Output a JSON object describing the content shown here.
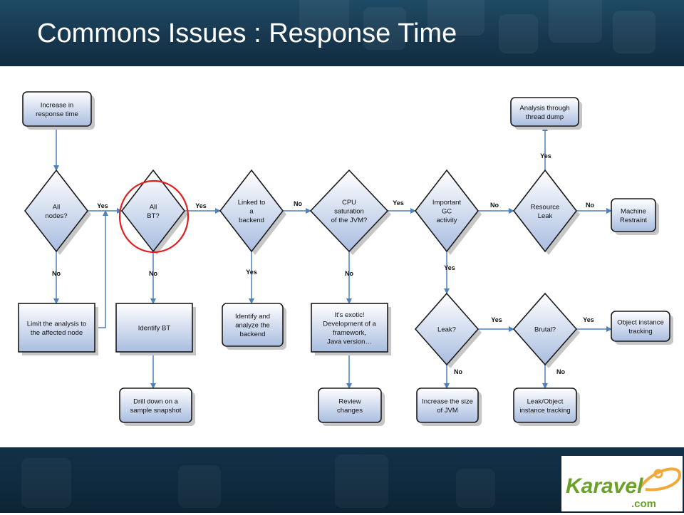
{
  "slide": {
    "title": "Commons Issues : Response Time"
  },
  "logo": {
    "text_main": "Karavel",
    "text_sub": ".com"
  },
  "colors": {
    "node_fill_top": "#ffffff",
    "node_fill_bottom": "#a9bde0",
    "node_stroke": "#1a1a1a",
    "edge": "#4f81bd",
    "highlight": "#e02020"
  },
  "nodes": [
    {
      "id": "increase",
      "shape": "rounded",
      "lines": [
        "Increase in",
        "response time"
      ]
    },
    {
      "id": "all-nodes",
      "shape": "diamond",
      "lines": [
        "All",
        "nodes?"
      ]
    },
    {
      "id": "limit",
      "shape": "rect",
      "lines": [
        "Limit the analysis to",
        "the affected node"
      ]
    },
    {
      "id": "all-bt",
      "shape": "diamond",
      "lines": [
        "All",
        "BT?"
      ]
    },
    {
      "id": "identify-bt",
      "shape": "rect",
      "lines": [
        "Identify BT"
      ]
    },
    {
      "id": "drill",
      "shape": "rounded",
      "lines": [
        "Drill down on a",
        "sample snapshot"
      ]
    },
    {
      "id": "linked",
      "shape": "diamond",
      "lines": [
        "Linked to",
        "a",
        "backend"
      ]
    },
    {
      "id": "identify-backend",
      "shape": "rounded",
      "lines": [
        "Identify and",
        "analyze the",
        "backend"
      ]
    },
    {
      "id": "cpu",
      "shape": "diamond",
      "lines": [
        "CPU",
        "saturation",
        "of the JVM?"
      ]
    },
    {
      "id": "exotic",
      "shape": "rect",
      "lines": [
        "It's exotic!",
        "Development of a",
        "framework,",
        "Java version…"
      ]
    },
    {
      "id": "review",
      "shape": "rounded",
      "lines": [
        "Review",
        "changes"
      ]
    },
    {
      "id": "gc",
      "shape": "diamond",
      "lines": [
        "Important",
        "GC",
        "activity"
      ]
    },
    {
      "id": "leak",
      "shape": "diamond",
      "lines": [
        "Leak?"
      ]
    },
    {
      "id": "increase-jvm",
      "shape": "rounded",
      "lines": [
        "Increase the size",
        "of JVM"
      ]
    },
    {
      "id": "brutal",
      "shape": "diamond",
      "lines": [
        "Brutal?"
      ]
    },
    {
      "id": "leak-tracking",
      "shape": "rounded",
      "lines": [
        "Leak/Object",
        "instance tracking"
      ]
    },
    {
      "id": "object-tracking",
      "shape": "rounded",
      "lines": [
        "Object instance",
        "tracking"
      ]
    },
    {
      "id": "resource",
      "shape": "diamond",
      "lines": [
        "Resource",
        "Leak"
      ]
    },
    {
      "id": "thread-dump",
      "shape": "rounded",
      "lines": [
        "Analysis through",
        "thread dump"
      ]
    },
    {
      "id": "machine",
      "shape": "rounded",
      "lines": [
        "Machine",
        "Restraint"
      ]
    }
  ],
  "edges": [
    {
      "from": "increase",
      "to": "all-nodes",
      "label": ""
    },
    {
      "from": "all-nodes",
      "to": "limit",
      "label": "No"
    },
    {
      "from": "all-nodes",
      "to": "all-bt",
      "label": "Yes"
    },
    {
      "from": "limit",
      "to": "all-bt",
      "label": ""
    },
    {
      "from": "all-bt",
      "to": "identify-bt",
      "label": "No"
    },
    {
      "from": "all-bt",
      "to": "linked",
      "label": "Yes"
    },
    {
      "from": "identify-bt",
      "to": "drill",
      "label": ""
    },
    {
      "from": "linked",
      "to": "identify-backend",
      "label": "Yes"
    },
    {
      "from": "linked",
      "to": "cpu",
      "label": "No"
    },
    {
      "from": "cpu",
      "to": "exotic",
      "label": "No"
    },
    {
      "from": "cpu",
      "to": "gc",
      "label": "Yes"
    },
    {
      "from": "exotic",
      "to": "review",
      "label": ""
    },
    {
      "from": "gc",
      "to": "resource",
      "label": "No"
    },
    {
      "from": "gc",
      "to": "leak",
      "label": "Yes"
    },
    {
      "from": "leak",
      "to": "increase-jvm",
      "label": "No"
    },
    {
      "from": "leak",
      "to": "brutal",
      "label": "Yes"
    },
    {
      "from": "brutal",
      "to": "leak-tracking",
      "label": "No"
    },
    {
      "from": "brutal",
      "to": "object-tracking",
      "label": "Yes"
    },
    {
      "from": "resource",
      "to": "thread-dump",
      "label": "Yes"
    },
    {
      "from": "resource",
      "to": "machine",
      "label": "No"
    }
  ]
}
